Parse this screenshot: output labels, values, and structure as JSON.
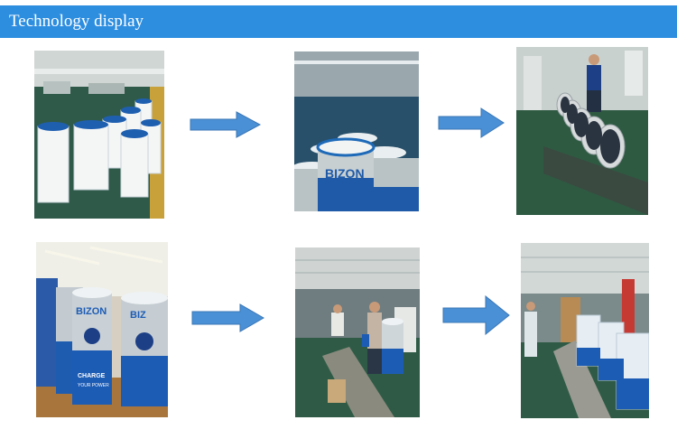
{
  "header": {
    "title": "Technology display"
  },
  "photos": {
    "row1": [
      "cylinder-liners-photo",
      "brand-wrap-photo",
      "assembly-line-photo"
    ],
    "row2": [
      "finished-cans-photo",
      "worker-assembly-photo",
      "packing-line-photo"
    ]
  },
  "brand": {
    "name": "BIZON",
    "slogan": "CHARGE",
    "sub": "YOUR POWER"
  },
  "colors": {
    "header": "#2d8ee0",
    "arrow": "#4a90d6",
    "arrow_stroke": "#3b77b5"
  }
}
